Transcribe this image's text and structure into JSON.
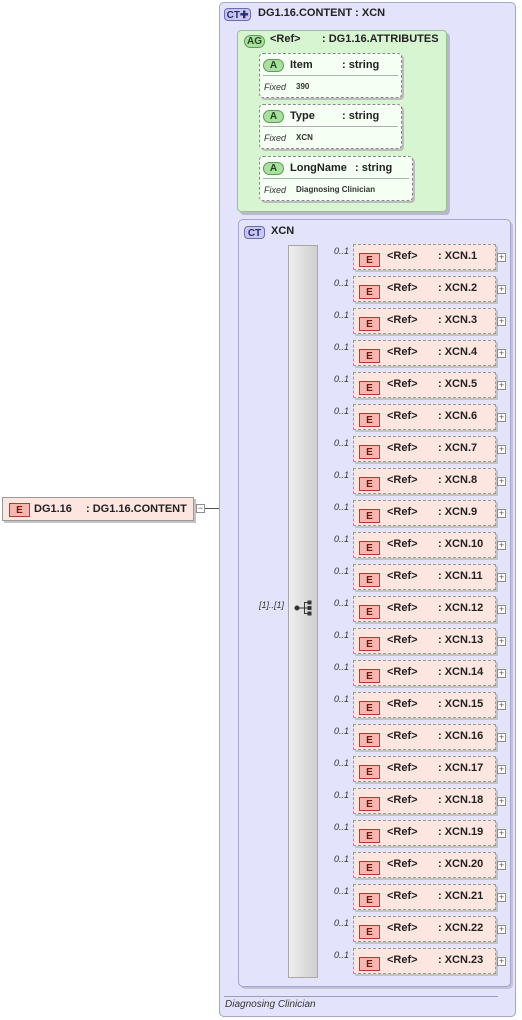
{
  "root": {
    "badge": "E",
    "name": "DG1.16",
    "type": ": DG1.16.CONTENT"
  },
  "content_type": {
    "badge": "CT",
    "title": "DG1.16.CONTENT : XCN",
    "documentation": "Diagnosing Clinician"
  },
  "attribute_group": {
    "badge": "AG",
    "ref": "<Ref>",
    "name": ": DG1.16.ATTRIBUTES",
    "attributes": [
      {
        "badge": "A",
        "name": "Item",
        "type": ": string",
        "fixed_label": "Fixed",
        "fixed_value": "390"
      },
      {
        "badge": "A",
        "name": "Type",
        "type": ": string",
        "fixed_label": "Fixed",
        "fixed_value": "XCN"
      },
      {
        "badge": "A",
        "name": "LongName",
        "type": ": string",
        "fixed_label": "Fixed",
        "fixed_value": "Diagnosing Clinician"
      }
    ]
  },
  "xcn_type": {
    "badge": "CT",
    "name": "XCN",
    "sequence_cardinality": "[1]..[1]"
  },
  "elements": [
    {
      "badge": "E",
      "ref": "<Ref>",
      "name": ": XCN.1",
      "cardinality": "0..1"
    },
    {
      "badge": "E",
      "ref": "<Ref>",
      "name": ": XCN.2",
      "cardinality": "0..1"
    },
    {
      "badge": "E",
      "ref": "<Ref>",
      "name": ": XCN.3",
      "cardinality": "0..1"
    },
    {
      "badge": "E",
      "ref": "<Ref>",
      "name": ": XCN.4",
      "cardinality": "0..1"
    },
    {
      "badge": "E",
      "ref": "<Ref>",
      "name": ": XCN.5",
      "cardinality": "0..1"
    },
    {
      "badge": "E",
      "ref": "<Ref>",
      "name": ": XCN.6",
      "cardinality": "0..1"
    },
    {
      "badge": "E",
      "ref": "<Ref>",
      "name": ": XCN.7",
      "cardinality": "0..1"
    },
    {
      "badge": "E",
      "ref": "<Ref>",
      "name": ": XCN.8",
      "cardinality": "0..1"
    },
    {
      "badge": "E",
      "ref": "<Ref>",
      "name": ": XCN.9",
      "cardinality": "0..1"
    },
    {
      "badge": "E",
      "ref": "<Ref>",
      "name": ": XCN.10",
      "cardinality": "0..1"
    },
    {
      "badge": "E",
      "ref": "<Ref>",
      "name": ": XCN.11",
      "cardinality": "0..1"
    },
    {
      "badge": "E",
      "ref": "<Ref>",
      "name": ": XCN.12",
      "cardinality": "0..1"
    },
    {
      "badge": "E",
      "ref": "<Ref>",
      "name": ": XCN.13",
      "cardinality": "0..1"
    },
    {
      "badge": "E",
      "ref": "<Ref>",
      "name": ": XCN.14",
      "cardinality": "0..1"
    },
    {
      "badge": "E",
      "ref": "<Ref>",
      "name": ": XCN.15",
      "cardinality": "0..1"
    },
    {
      "badge": "E",
      "ref": "<Ref>",
      "name": ": XCN.16",
      "cardinality": "0..1"
    },
    {
      "badge": "E",
      "ref": "<Ref>",
      "name": ": XCN.17",
      "cardinality": "0..1"
    },
    {
      "badge": "E",
      "ref": "<Ref>",
      "name": ": XCN.18",
      "cardinality": "0..1"
    },
    {
      "badge": "E",
      "ref": "<Ref>",
      "name": ": XCN.19",
      "cardinality": "0..1"
    },
    {
      "badge": "E",
      "ref": "<Ref>",
      "name": ": XCN.20",
      "cardinality": "0..1"
    },
    {
      "badge": "E",
      "ref": "<Ref>",
      "name": ": XCN.21",
      "cardinality": "0..1"
    },
    {
      "badge": "E",
      "ref": "<Ref>",
      "name": ": XCN.22",
      "cardinality": "0..1"
    },
    {
      "badge": "E",
      "ref": "<Ref>",
      "name": ": XCN.23",
      "cardinality": "0..1"
    }
  ]
}
